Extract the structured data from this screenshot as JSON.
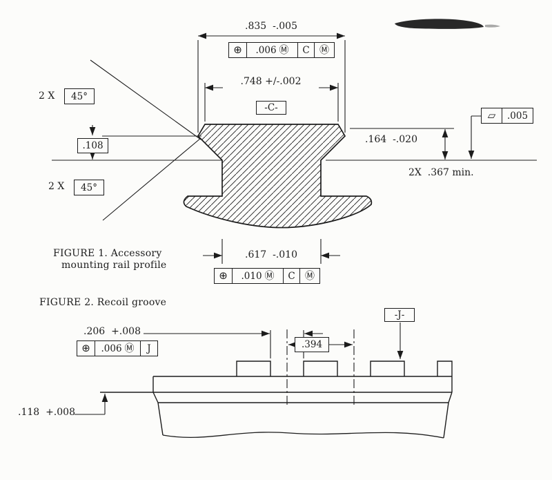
{
  "colors": {
    "ink": "#1c1c1c",
    "paper": "#fcfcfa"
  },
  "figure1": {
    "caption": {
      "line1": "FIGURE 1. Accessory",
      "line2": "mounting rail profile"
    },
    "dim_835": ".835  -.005",
    "fcf_top": {
      "sym": "⊕",
      "tol": ".006",
      "mod": "Ⓜ",
      "datum1": "C",
      "datum1_mod": "Ⓜ"
    },
    "dim_748": ".748 +/-.002",
    "datum_c": "-C-",
    "count_top": "2 X",
    "angle_top": "45°",
    "dim_108": ".108",
    "count_bottom": "2 X",
    "angle_bottom": "45°",
    "dim_164": ".164  -.020",
    "flatness": {
      "sym": "▱",
      "val": ".005"
    },
    "dim_367": "2X  .367 min.",
    "dim_617": ".617  -.010",
    "fcf_bottom": {
      "sym": "⊕",
      "tol": ".010",
      "mod": "Ⓜ",
      "datum1": "C",
      "datum1_mod": "Ⓜ"
    }
  },
  "figure2": {
    "caption": "FIGURE 2. Recoil groove",
    "datum_j": "-J-",
    "dim_206": ".206  +.008",
    "fcf": {
      "sym": "⊕",
      "tol": ".006",
      "mod": "Ⓜ",
      "datum1": "J"
    },
    "dim_394": ".394",
    "dim_118": ".118  +.008"
  }
}
